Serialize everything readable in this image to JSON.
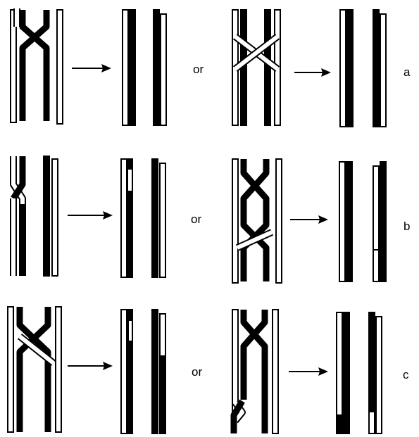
{
  "connector_word": "or",
  "rows": [
    {
      "label": "a"
    },
    {
      "label": "b"
    },
    {
      "label": "c"
    }
  ],
  "colors": {
    "ink": "#000000",
    "paper": "#ffffff"
  }
}
